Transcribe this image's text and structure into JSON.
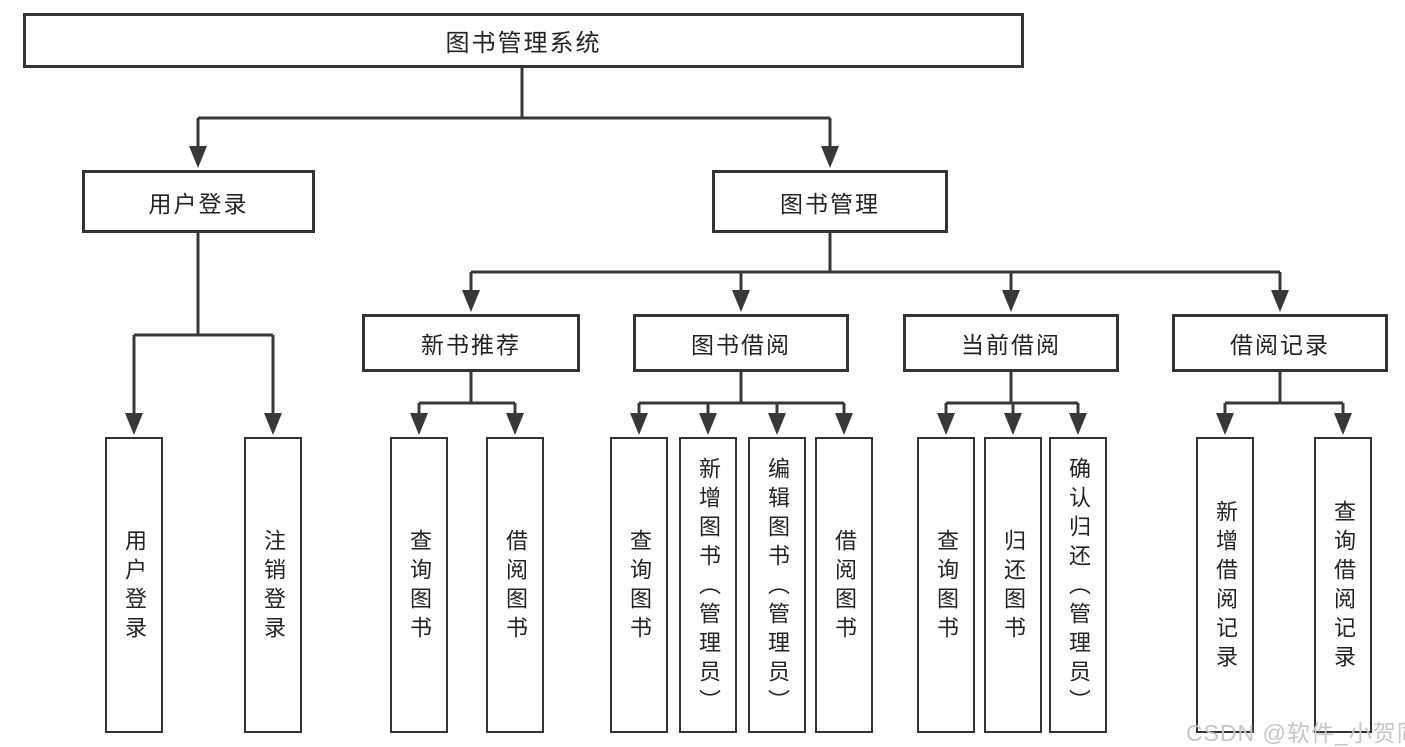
{
  "tree": {
    "label": "图书管理系统",
    "children": [
      {
        "label": "用户登录",
        "children": [
          {
            "label": "用户登录"
          },
          {
            "label": "注销登录"
          }
        ]
      },
      {
        "label": "图书管理",
        "children": [
          {
            "label": "新书推荐",
            "children": [
              {
                "label": "查询图书"
              },
              {
                "label": "借阅图书"
              }
            ]
          },
          {
            "label": "图书借阅",
            "children": [
              {
                "label": "查询图书"
              },
              {
                "label": "新增图书（管理员）"
              },
              {
                "label": "编辑图书（管理员）"
              },
              {
                "label": "借阅图书"
              }
            ]
          },
          {
            "label": "当前借阅",
            "children": [
              {
                "label": "查询图书"
              },
              {
                "label": "归还图书"
              },
              {
                "label": "确认归还（管理员）"
              }
            ]
          },
          {
            "label": "借阅记录",
            "children": [
              {
                "label": "新增借阅记录"
              },
              {
                "label": "查询借阅记录"
              }
            ]
          }
        ]
      }
    ]
  },
  "watermark": {
    "text": "CSDN @软件_小贺同学"
  },
  "colors": {
    "line": "#383838",
    "box_border": "#333333",
    "text": "#232323",
    "background": "#ffffff",
    "watermark": "#c6c6c6"
  }
}
